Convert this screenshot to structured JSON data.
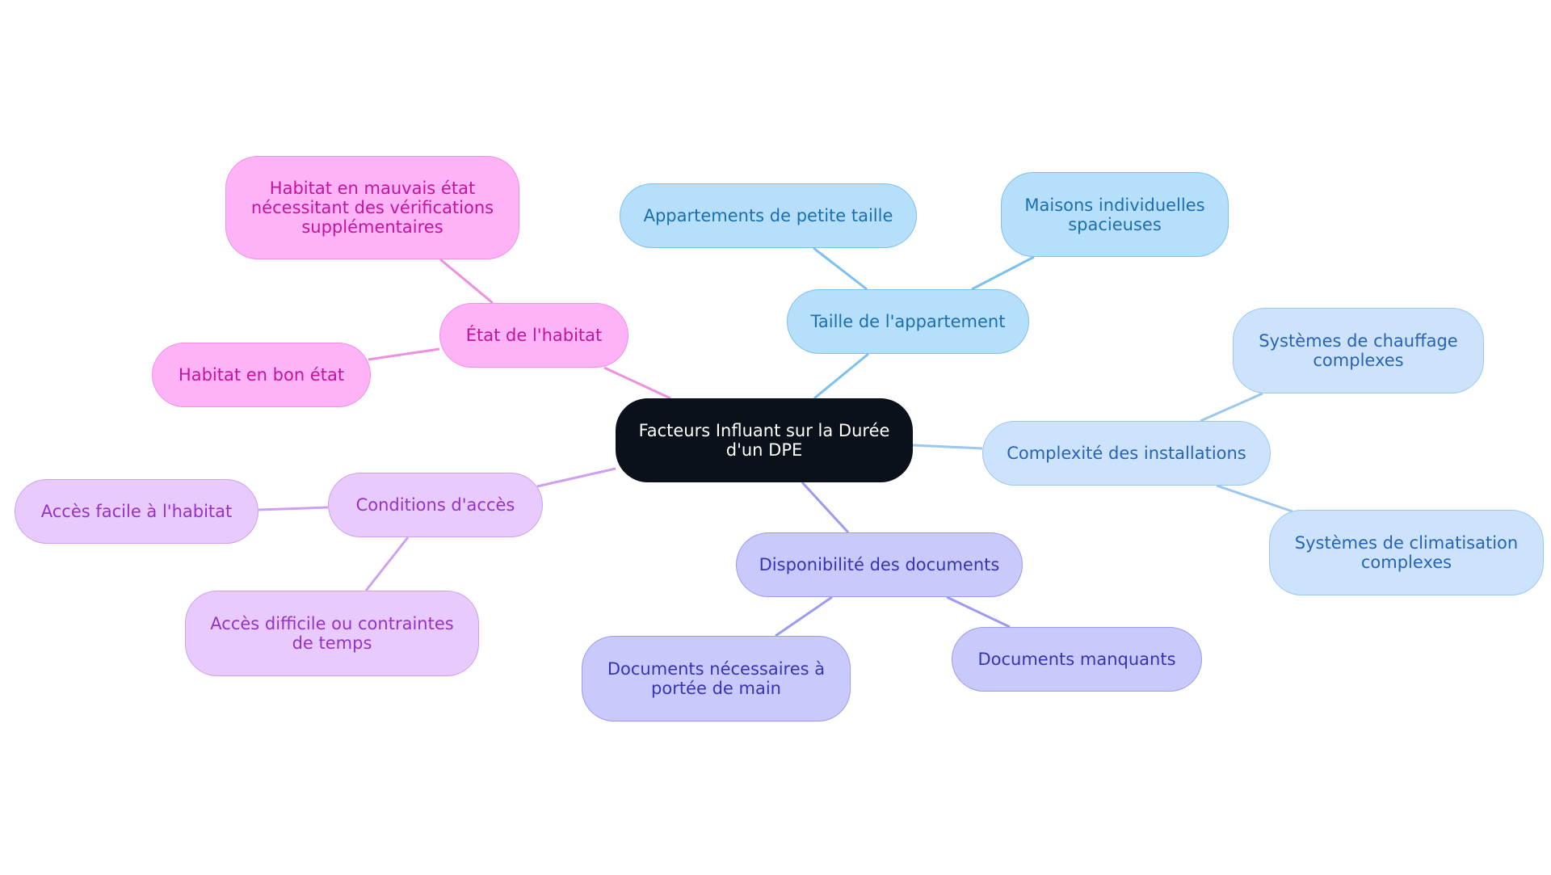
{
  "root": {
    "lines": [
      "Facteurs Influant sur la Durée",
      "d'un DPE"
    ]
  },
  "branches": [
    {
      "id": "etat",
      "color": "#fdb3f6",
      "lines": [
        "État de l'habitat"
      ],
      "children": [
        {
          "id": "mauv",
          "lines": [
            "Habitat en mauvais état",
            "nécessitant des vérifications",
            "supplémentaires"
          ]
        },
        {
          "id": "bon",
          "lines": [
            "Habitat en bon état"
          ]
        }
      ]
    },
    {
      "id": "taille",
      "color": "#b6dffc",
      "lines": [
        "Taille de l'appartement"
      ],
      "children": [
        {
          "id": "petit",
          "lines": [
            "Appartements de petite taille"
          ]
        },
        {
          "id": "maison",
          "lines": [
            "Maisons individuelles",
            "spacieuses"
          ]
        }
      ]
    },
    {
      "id": "compl",
      "color": "#cde3fb",
      "lines": [
        "Complexité des installations"
      ],
      "children": [
        {
          "id": "chauf",
          "lines": [
            "Systèmes de chauffage",
            "complexes"
          ]
        },
        {
          "id": "clim",
          "lines": [
            "Systèmes de climatisation",
            "complexes"
          ]
        }
      ]
    },
    {
      "id": "dispo",
      "color": "#c9c9fc",
      "lines": [
        "Disponibilité des documents"
      ],
      "children": [
        {
          "id": "docn",
          "lines": [
            "Documents nécessaires à",
            "portée de main"
          ]
        },
        {
          "id": "docm",
          "lines": [
            "Documents manquants"
          ]
        }
      ]
    },
    {
      "id": "cond",
      "color": "#e8cafc",
      "lines": [
        "Conditions d'accès"
      ],
      "children": [
        {
          "id": "facile",
          "lines": [
            "Accès facile à l'habitat"
          ]
        },
        {
          "id": "diff",
          "lines": [
            "Accès difficile ou contraintes",
            "de temps"
          ]
        }
      ]
    }
  ]
}
